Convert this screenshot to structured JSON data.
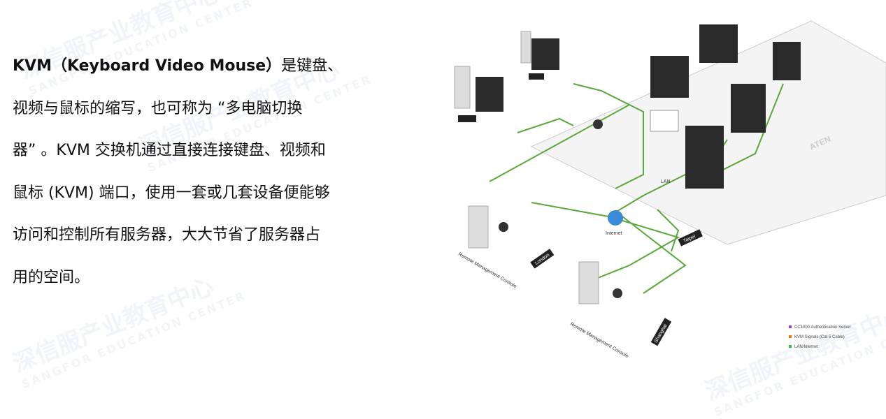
{
  "description_lines": [
    {
      "bold": "KVM（Keyboard Video Mouse）",
      "text": "是键盘、"
    },
    {
      "text": "视频与鼠标的缩写，也可称为 “多电脑切换"
    },
    {
      "text": "器” 。KVM 交换机通过直接连接键盘、视频和"
    },
    {
      "text": "鼠标 (KVM) 端口，使用一套或几套设备便能够"
    },
    {
      "text": "访问和控制所有服务器，大大节省了服务器占"
    },
    {
      "text": "用的空间。"
    }
  ],
  "watermark": {
    "cn": "深信服产业教育中心",
    "en": "SANGFOR EDUCATION CENTER"
  },
  "diagram": {
    "labels": {
      "internet": "Internet",
      "lan": "LAN",
      "taipei": "Taipei",
      "london": "London",
      "shanghai": "Shanghai",
      "console": "Remote Management Console",
      "brand": "ATEN"
    },
    "legend": [
      {
        "label": "CC1000 Authentication Server",
        "color": "#a040d0"
      },
      {
        "label": "KVM Signals (Cat 5 Cable)",
        "color": "#e07a20"
      },
      {
        "label": "LAN/Internet",
        "color": "#40c040"
      }
    ],
    "line_color": "#5aa83a"
  }
}
